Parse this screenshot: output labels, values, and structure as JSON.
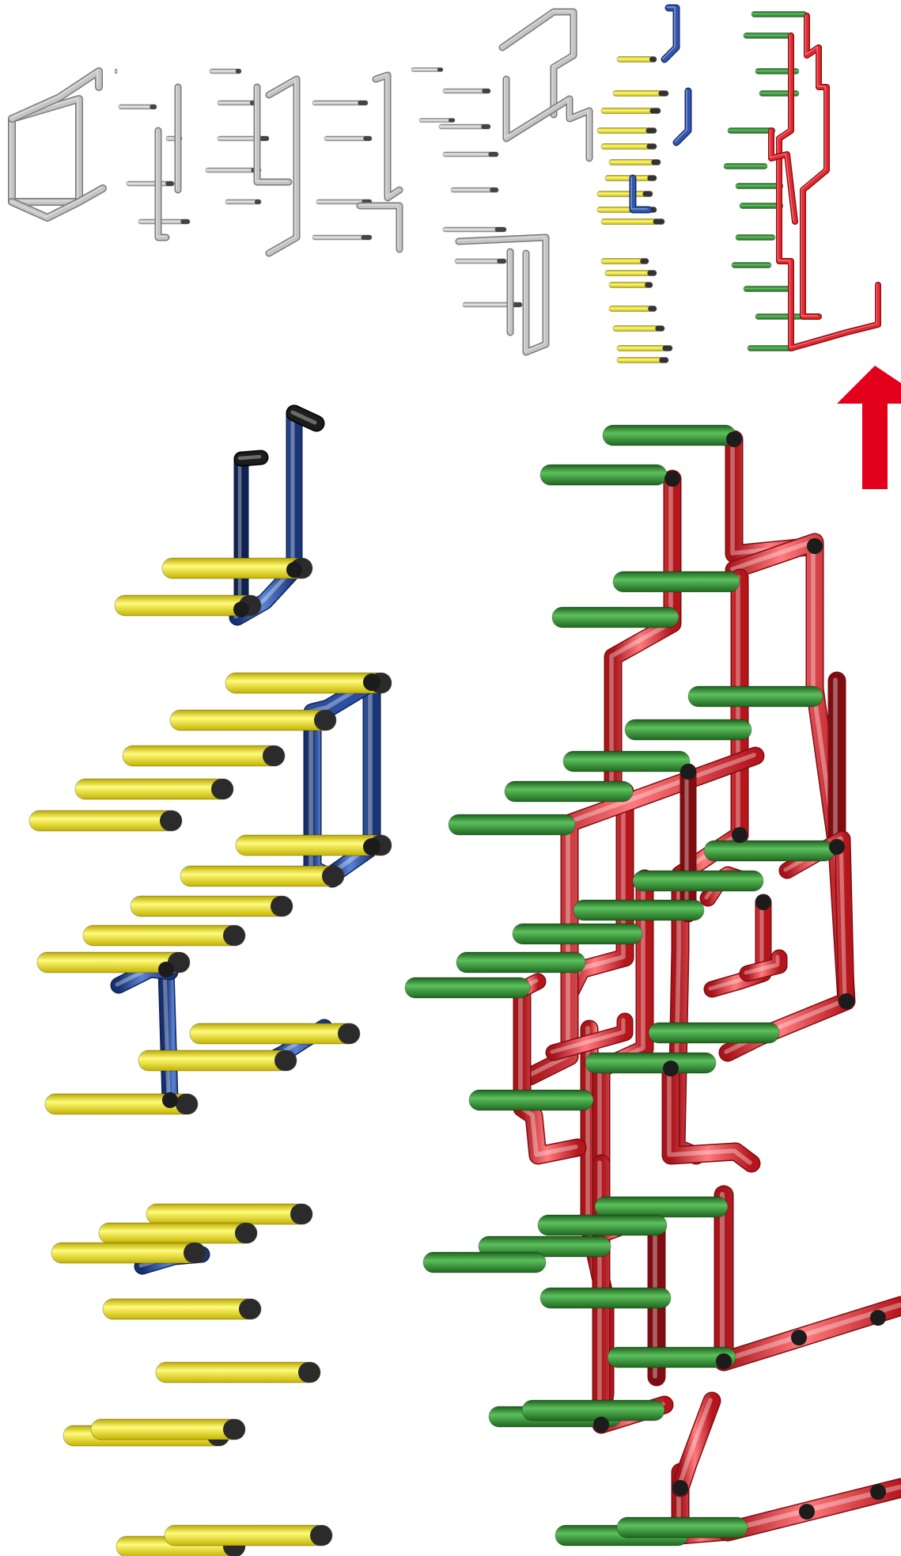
{
  "figure": {
    "panels": [
      {
        "id": "overview",
        "description_hidden": true
      },
      {
        "id": "detail-left",
        "description_hidden": true
      },
      {
        "id": "detail-right",
        "description_hidden": true
      }
    ],
    "colors": {
      "grey_structure": "#b8b8b8",
      "blue_backbone": "#2a4fa0",
      "yellow_rungs": "#f4e61e",
      "red_backbone": "#e8292f",
      "green_rungs": "#2f8f2f",
      "joint": "#1c1c1c",
      "arrow": "#e3001b"
    },
    "icons": {
      "arrow": "up-arrow-icon"
    }
  }
}
